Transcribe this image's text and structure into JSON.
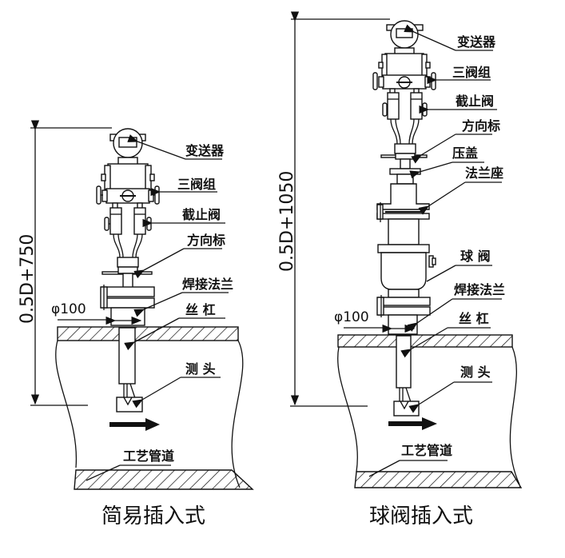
{
  "diagrams": [
    {
      "caption": "简易插入式",
      "dimension": "0.5D+750",
      "diameter": "φ100",
      "labels": {
        "transmitter": "变送器",
        "three_valve": "三阀组",
        "stop_valve": "截止阀",
        "direction_mark": "方向标",
        "weld_flange": "焊接法兰",
        "screw_rod": "丝 杠",
        "probe": "测 头",
        "process_pipe": "工艺管道"
      }
    },
    {
      "caption": "球阀插入式",
      "dimension": "0.5D+1050",
      "diameter": "φ100",
      "labels": {
        "transmitter": "变送器",
        "three_valve": "三阀组",
        "stop_valve": "截止阀",
        "direction_mark": "方向标",
        "gland": "压盖",
        "flange_seat": "法兰座",
        "ball_valve": "球 阀",
        "weld_flange": "焊接法兰",
        "screw_rod": "丝 杠",
        "probe": "测 头",
        "process_pipe": "工艺管道"
      }
    }
  ],
  "colors": {
    "line": "#111111",
    "background": "#ffffff"
  }
}
